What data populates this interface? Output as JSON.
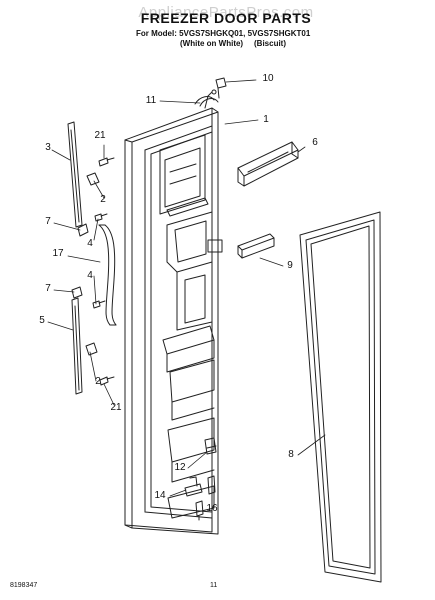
{
  "watermark": "AppliancePartsPros.com",
  "title": "FREEZER DOOR PARTS",
  "models_line": "For Model: 5VGS7SHGKQ01, 5VGS7SHGKT01",
  "variant_a": "(White on White)",
  "variant_b": "(Biscuit)",
  "callouts": {
    "c1": "1",
    "c2_top": "2",
    "c2_bottom": "2",
    "c3": "3",
    "c4_top": "4",
    "c4_bottom": "4",
    "c5": "5",
    "c6": "6",
    "c7_top": "7",
    "c7_bottom": "7",
    "c8": "8",
    "c9": "9",
    "c10": "10",
    "c11": "11",
    "c12": "12",
    "c14": "14",
    "c16": "16",
    "c17": "17",
    "c21_top": "21",
    "c21_bottom": "21"
  },
  "footer": {
    "doc_number": "8198347",
    "page_number": "11"
  },
  "colors": {
    "line": "#222222",
    "watermark": "#cfcfcf"
  }
}
